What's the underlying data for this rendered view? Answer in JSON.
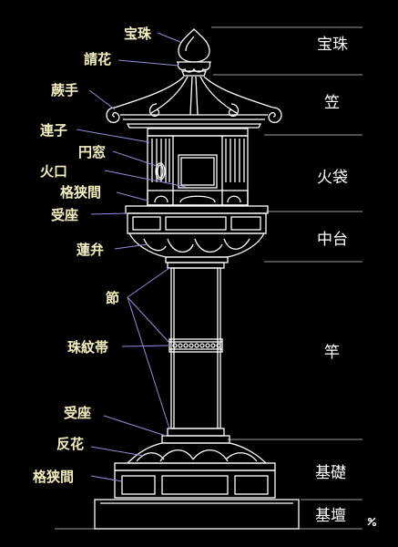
{
  "parts": {
    "houju": "宝珠",
    "ukebana": "請花",
    "warabite": "蕨手",
    "renji": "連子",
    "enso": "円窓",
    "hikuchi": "火口",
    "koza": "格狭間",
    "ukeza_top": "受座",
    "renben": "蓮弁",
    "fushi": "節",
    "jumontai": "珠紋帯",
    "ukeza_bottom": "受座",
    "kaeribana": "反花",
    "koza_bottom": "格狭間"
  },
  "sections": {
    "houju": "宝珠",
    "kasa": "笠",
    "hibukuro": "火袋",
    "chudai": "中台",
    "sao": "竿",
    "kiso": "基礎",
    "kidan": "基壇"
  },
  "colors": {
    "background": "#000000",
    "drawing": "#ffffff",
    "leader": "#8f8fd8",
    "label": "#f3efc0"
  }
}
